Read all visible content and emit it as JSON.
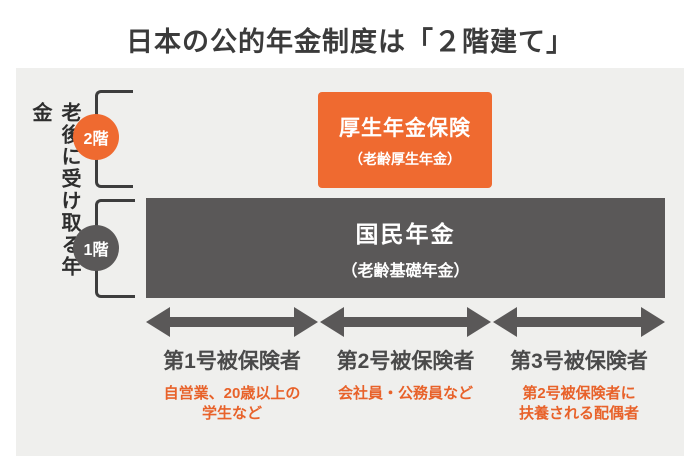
{
  "title": "日本の公的年金制度は「２階建て」",
  "side_label": "老後に受け取る年金",
  "colors": {
    "orange": "#EF6A30",
    "dark_gray": "#5A5858",
    "panel_bg": "#EFEFED",
    "line": "#3D3D3D",
    "text_dark": "#3B3B3B",
    "label_text": "#4A4A4A",
    "orange_text": "#E8622A"
  },
  "tiers": [
    {
      "badge": "2階",
      "box_title": "厚生年金保険",
      "box_subtitle": "（老齢厚生年金）"
    },
    {
      "badge": "1階",
      "box_title": "国民年金",
      "box_subtitle": "（老齢基礎年金）"
    }
  ],
  "categories": [
    {
      "label": "第1号被保険者",
      "desc_lines": [
        "自営業、20歳以上の",
        "学生など"
      ]
    },
    {
      "label": "第2号被保険者",
      "desc_lines": [
        "会社員・公務員など"
      ]
    },
    {
      "label": "第3号被保険者",
      "desc_lines": [
        "第2号被保険者に",
        "扶養される配偶者"
      ]
    }
  ]
}
